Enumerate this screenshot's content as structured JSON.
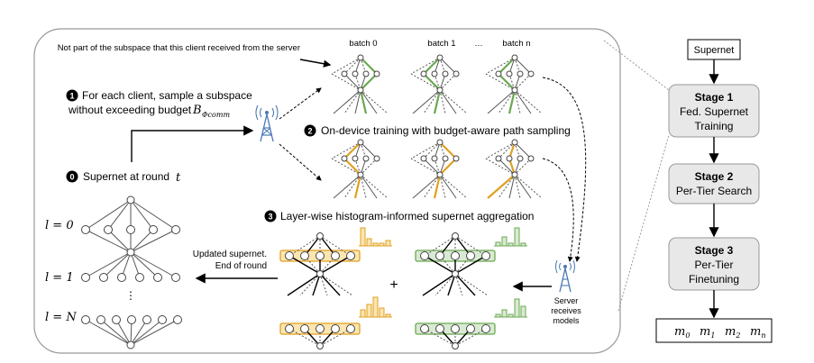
{
  "left_panel": {
    "note": "Not part of the subspace that this client received from the server",
    "batch_labels": [
      "batch 0",
      "batch 1",
      "…",
      "batch n"
    ],
    "step1": {
      "badge": "1",
      "line1": "For each client, sample a subspace",
      "line2": "without exceeding budget",
      "budget_symbol": "B",
      "budget_subscript": "Φcomm"
    },
    "step2": {
      "badge": "2",
      "text": "On-device training with budget-aware path sampling"
    },
    "step0": {
      "badge": "0",
      "text": "Supernet at round",
      "var": "t"
    },
    "step3": {
      "badge": "3",
      "text": "Layer-wise histogram-informed supernet aggregation"
    },
    "layer_labels": [
      "l = 0",
      "l = 1",
      "l = N"
    ],
    "dots": "⋮",
    "updated_line1": "Updated supernet.",
    "updated_line2": "End of round",
    "plus": "+",
    "server_line1": "Server",
    "server_line2": "receives",
    "server_line3": "models"
  },
  "right_panel": {
    "supernet": "Supernet",
    "stage1": {
      "title": "Stage 1",
      "line1": "Fed. Supernet",
      "line2": "Training"
    },
    "stage2": {
      "title": "Stage 2",
      "line1": "Per-Tier Search"
    },
    "stage3": {
      "title": "Stage 3",
      "line1": "Per-Tier",
      "line2": "Finetuning"
    },
    "models": [
      "m0",
      "m1",
      "m2",
      "mn"
    ]
  },
  "colors": {
    "green": "#6aa84f",
    "green_fill": "#d9ead3",
    "orange": "#e0a020",
    "orange_fill": "#fce5b0",
    "stage_fill": "#e8e8e8"
  }
}
